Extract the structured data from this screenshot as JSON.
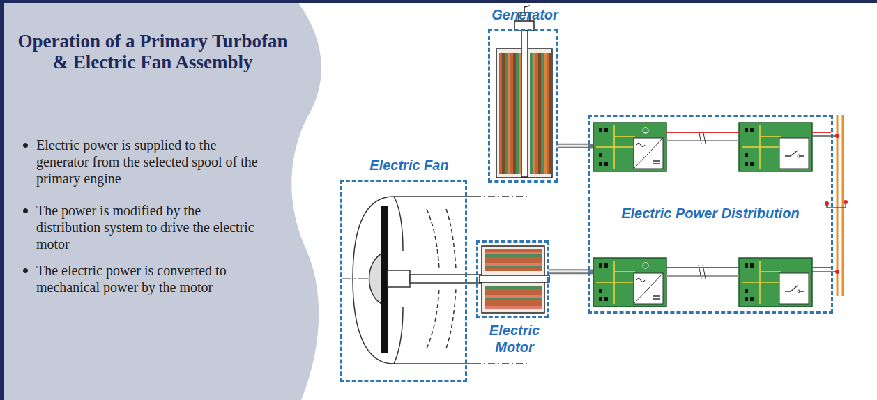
{
  "diagram": {
    "title": "Operation of a Primary Turbofan & Electric Fan Assembly",
    "nodes": [
      {
        "text": [
          "Generator"
        ]
      },
      {
        "text": [
          "Electric Fan"
        ]
      },
      {
        "text": [
          "Electric Motor"
        ]
      },
      {
        "text": [
          "Electric Power Distribution"
        ]
      }
    ],
    "edges": [
      {
        "from": 0,
        "to": 3,
        "arrow": "none"
      },
      {
        "from": 2,
        "to": 3,
        "arrow": "none"
      }
    ],
    "labels": [
      "Electric power is supplied to the generator from the selected spool of the primary engine",
      "The power is modified by the distribution system to drive the electric motor",
      "The electric power is converted to mechanical power by the motor"
    ]
  }
}
